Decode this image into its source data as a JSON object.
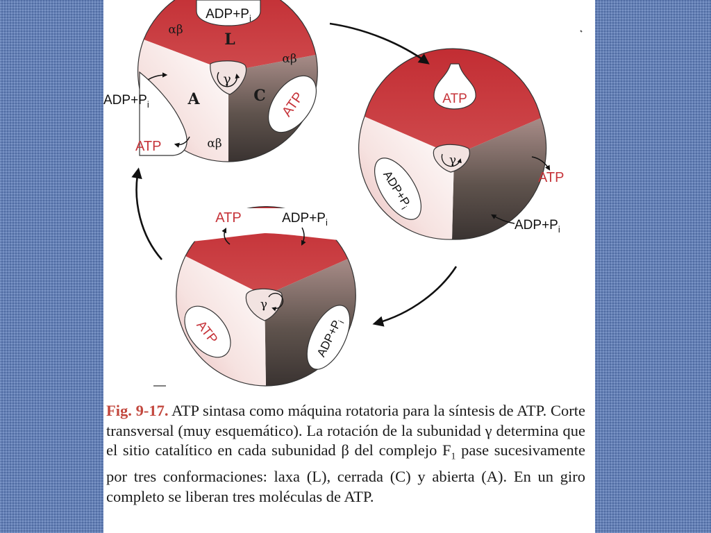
{
  "figure": {
    "top_rotor": {
      "sites": {
        "loose": "L",
        "tight": "C",
        "open": "A"
      },
      "subunits": [
        "αβ",
        "αβ",
        "αβ"
      ],
      "gamma": "γ",
      "bound_label": "ATP",
      "in_label": "ADP+P",
      "in_sub": "i",
      "arrow_out_label": "ATP",
      "arrow_in_label": "ADP+P",
      "arrow_in_sub": "i"
    },
    "right_rotor": {
      "top_label": "ATP",
      "gamma": "γ",
      "bound_label": "ADP+P",
      "bound_sub": "i",
      "arrow_out_label": "ATP",
      "arrow_in_label": "ADP+P",
      "arrow_in_sub": "i"
    },
    "bottom_rotor": {
      "gamma": "γ",
      "bound_left": "ATP",
      "bound_right": "ADP+P",
      "bound_right_sub": "i",
      "arrow_out_label": "ATP",
      "arrow_in_label": "ADP+P",
      "arrow_in_sub": "i"
    }
  },
  "caption": {
    "label": "Fig. 9-17.",
    "text": "ATP sintasa como máquina rotatoria para la síntesis de ATP. Corte transversal (muy esquemático). La rotación de la subunidad γ determina que el sitio catalítico en cada subunidad β del complejo F",
    "sub": "1",
    "text2": " pase sucesivamente por tres conformaciones: laxa (L), cerrada (C) y abierta (A). En un giro completo se liberan tres moléculas de ATP."
  },
  "colors": {
    "red": "#c6343a",
    "dark": "#5e524c",
    "light": "#f2d6d4",
    "background": "#5a7ab8"
  }
}
